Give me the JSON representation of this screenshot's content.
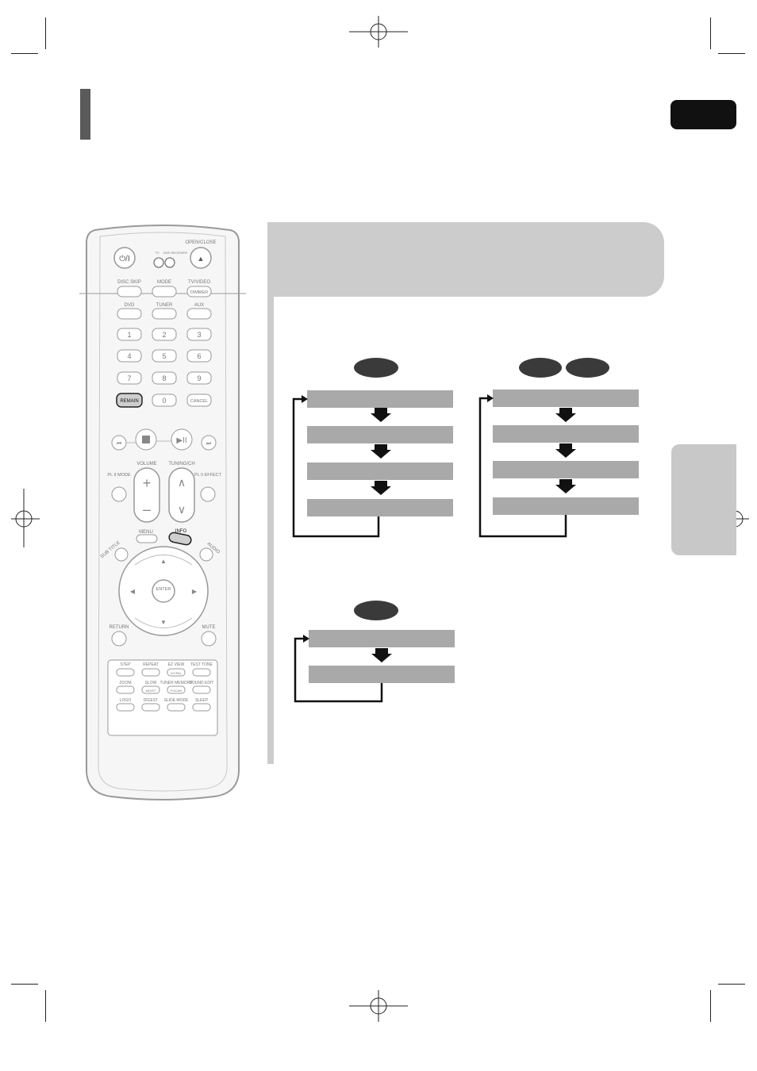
{
  "remote": {
    "open_close": "OPEN/CLOSE",
    "tv_label": "TV",
    "dvd_receiver_label": "DVD RECEIVER",
    "disc_skip": "DISC SKIP",
    "mode": "MODE",
    "tv_video": "TV/VIDEO",
    "dimmer": "DIMMER",
    "dvd": "DVD",
    "tuner": "TUNER",
    "aux": "AUX",
    "digits": [
      "1",
      "2",
      "3",
      "4",
      "5",
      "6",
      "7",
      "8",
      "9"
    ],
    "remain": "REMAIN",
    "zero": "0",
    "cancel": "CANCEL",
    "volume": "VOLUME",
    "tuning_ch": "TUNING/CH",
    "pl2_mode": "PL II MODE",
    "pl2_effect": "PL II EFFECT",
    "menu": "MENU",
    "info": "INFO",
    "subtitle": "SUB TITLE",
    "audio": "AUDIO",
    "enter": "ENTER",
    "return": "RETURN",
    "mute": "MUTE",
    "step": "STEP",
    "repeat": "REPEAT",
    "ez_view": "EZ VIEW",
    "ntsc_pal": "NT/PAL",
    "test_tone": "TEST TONE",
    "zoom": "ZOOM",
    "slow": "SLOW",
    "mo_st": "MO/ST",
    "tuner_memory": "TUNER MEMORY",
    "sound_edit": "SOUND EDIT",
    "p_scan": "P.SCAN",
    "logo": "LOGO",
    "digest": "DIGEST",
    "slide_mode": "SLIDE MODE",
    "sleep": "SLEEP"
  }
}
